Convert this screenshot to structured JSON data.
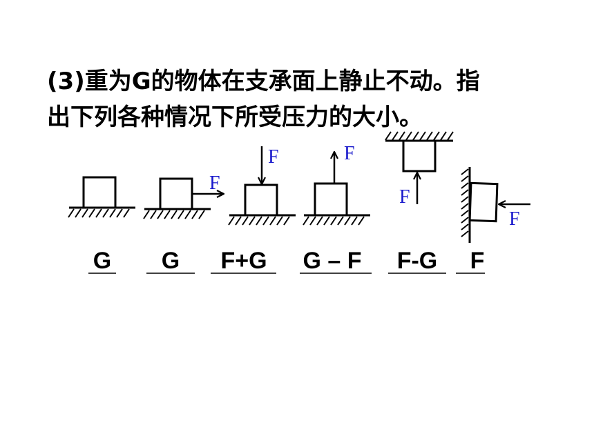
{
  "question": {
    "line1": "(3)重为G的物体在支承面上静止不动。指",
    "line2": "出下列各种情况下所受压力的大小。"
  },
  "force_label": "F",
  "force_color": "#1a1acc",
  "answers": [
    "G",
    "G",
    "F+G",
    "G – F",
    "F-G",
    "F"
  ]
}
